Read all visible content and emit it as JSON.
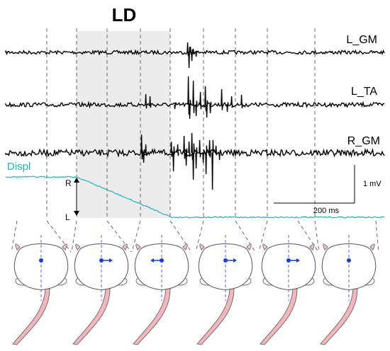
{
  "title": "LD",
  "traces": [
    {
      "label": "L_GM"
    },
    {
      "label": "L_TA"
    },
    {
      "label": "R_GM"
    }
  ],
  "displacement": {
    "label": "Displ",
    "color": "#1fb5b5",
    "axis_top_label": "R",
    "axis_bottom_label": "L"
  },
  "scale_bar": {
    "vertical_label": "1 mV",
    "horizontal_label": "200 ms"
  },
  "colors": {
    "shade": "#ececec",
    "trace": "#000000",
    "marker": "#1a3fd6",
    "midline": "#3a55e0",
    "tail": "#f4b6bd"
  },
  "animals": [
    {
      "shift": "none"
    },
    {
      "shift": "right"
    },
    {
      "shift": "left"
    },
    {
      "shift": "right"
    },
    {
      "shift": "right"
    },
    {
      "shift": "none"
    }
  ]
}
